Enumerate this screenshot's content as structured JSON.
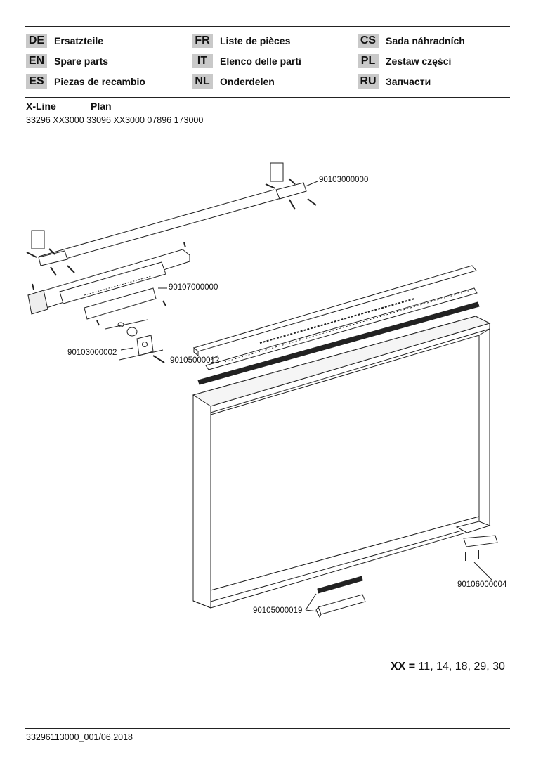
{
  "languages": [
    {
      "code": "DE",
      "label": "Ersatzteile"
    },
    {
      "code": "EN",
      "label": "Spare parts"
    },
    {
      "code": "ES",
      "label": "Piezas de recambio"
    },
    {
      "code": "FR",
      "label": "Liste de pièces"
    },
    {
      "code": "IT",
      "label": "Elenco delle parti"
    },
    {
      "code": "NL",
      "label": "Onderdelen"
    },
    {
      "code": "CS",
      "label": "Sada náhradních"
    },
    {
      "code": "PL",
      "label": "Zestaw części"
    },
    {
      "code": "RU",
      "label": "Запчасти"
    }
  ],
  "product": {
    "series_a": "X-Line",
    "series_b": "Plan",
    "numbers": "33296 XX3000  33096 XX3000  07896 173000"
  },
  "parts": {
    "p1": "90103000000",
    "p2": "90107000000",
    "p3": "90103000002",
    "p4": "90105000012",
    "p5": "90106000004",
    "p6": "90105000019"
  },
  "xx": {
    "label": "XX =",
    "values": "11, 14, 18, 29, 30"
  },
  "footer": "33296113000_001/06.2018"
}
